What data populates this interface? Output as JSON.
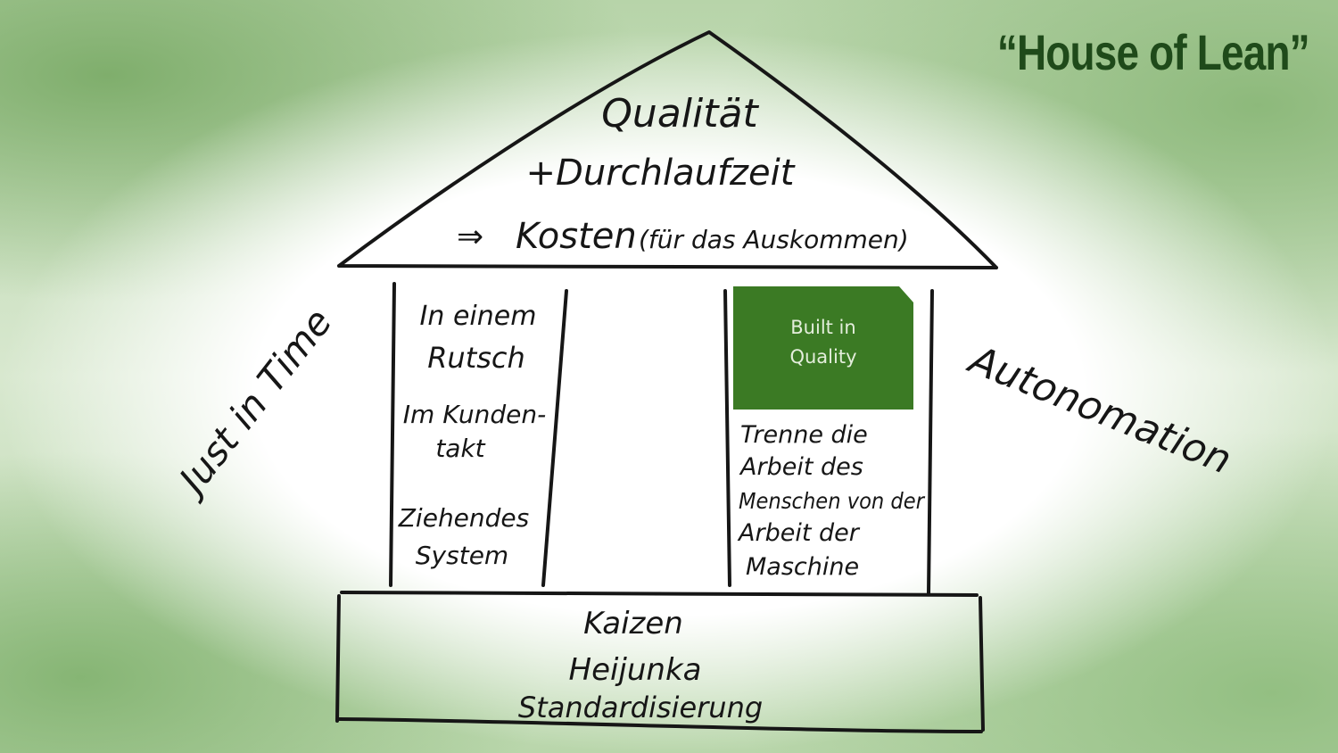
{
  "title": "“House of Lean”",
  "roof": {
    "line1": "Qualität",
    "line2": "+Durchlaufzeit",
    "line3_arrow": "⇒",
    "line3_main": "Kosten",
    "line3_paren": "(für das Auskommen)"
  },
  "left_pillar": {
    "label": "Just in Time",
    "items": [
      {
        "lines": [
          "In einem",
          "Rutsch"
        ]
      },
      {
        "lines": [
          "Im Kunden-",
          "takt"
        ]
      },
      {
        "lines": [
          "Ziehendes",
          "System"
        ]
      }
    ]
  },
  "right_pillar": {
    "label": "Autonomation",
    "highlight_box": "Built in Quality",
    "lines": [
      "Trenne die",
      "Arbeit des",
      "Menschen von der",
      "Arbeit der",
      "Maschine"
    ]
  },
  "foundation": {
    "lines": [
      "Kaizen",
      "Heijunka",
      "Standardisierung"
    ]
  },
  "colors": {
    "title": "#1f4a1a",
    "highlight_box": "#3b7a24",
    "ink": "#161616",
    "background_wash": "#9cc38a"
  }
}
